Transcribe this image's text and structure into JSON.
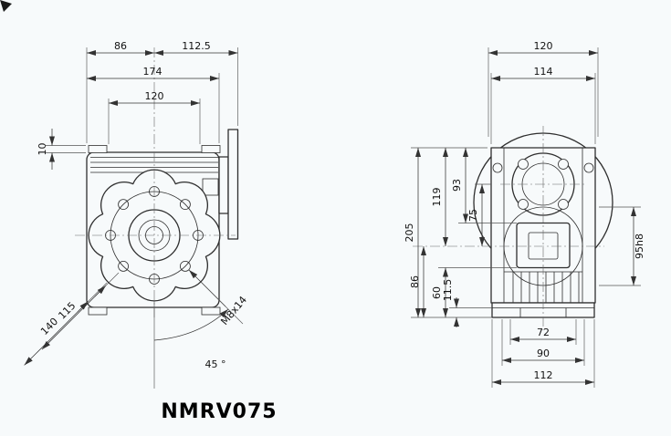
{
  "colors": {
    "background": "#f7fafb",
    "line": "#2e2e2e",
    "dimension": "#333333",
    "text": "#111111"
  },
  "model_label": "NMRV075",
  "front_view": {
    "dims": {
      "width_left": "86",
      "width_right": "112.5",
      "overall_width": "174",
      "bolt_spacing": "120",
      "tab_height": "10",
      "flange_flat": "115",
      "flange_diameter": "140",
      "bolt_thread": "M8x14",
      "bolt_angle": "45 °"
    }
  },
  "side_view": {
    "dims": {
      "top_width": "120",
      "flange_width": "114",
      "overall_height": "205",
      "center_height": "119",
      "boss_top": "93",
      "shaft_offset": "75",
      "base_to_center": "86",
      "boss_bottom": "60",
      "foot_height": "11.5",
      "spigot": "95h8",
      "fin_width": "72",
      "foot_spacing": "90",
      "base_width": "112"
    }
  }
}
